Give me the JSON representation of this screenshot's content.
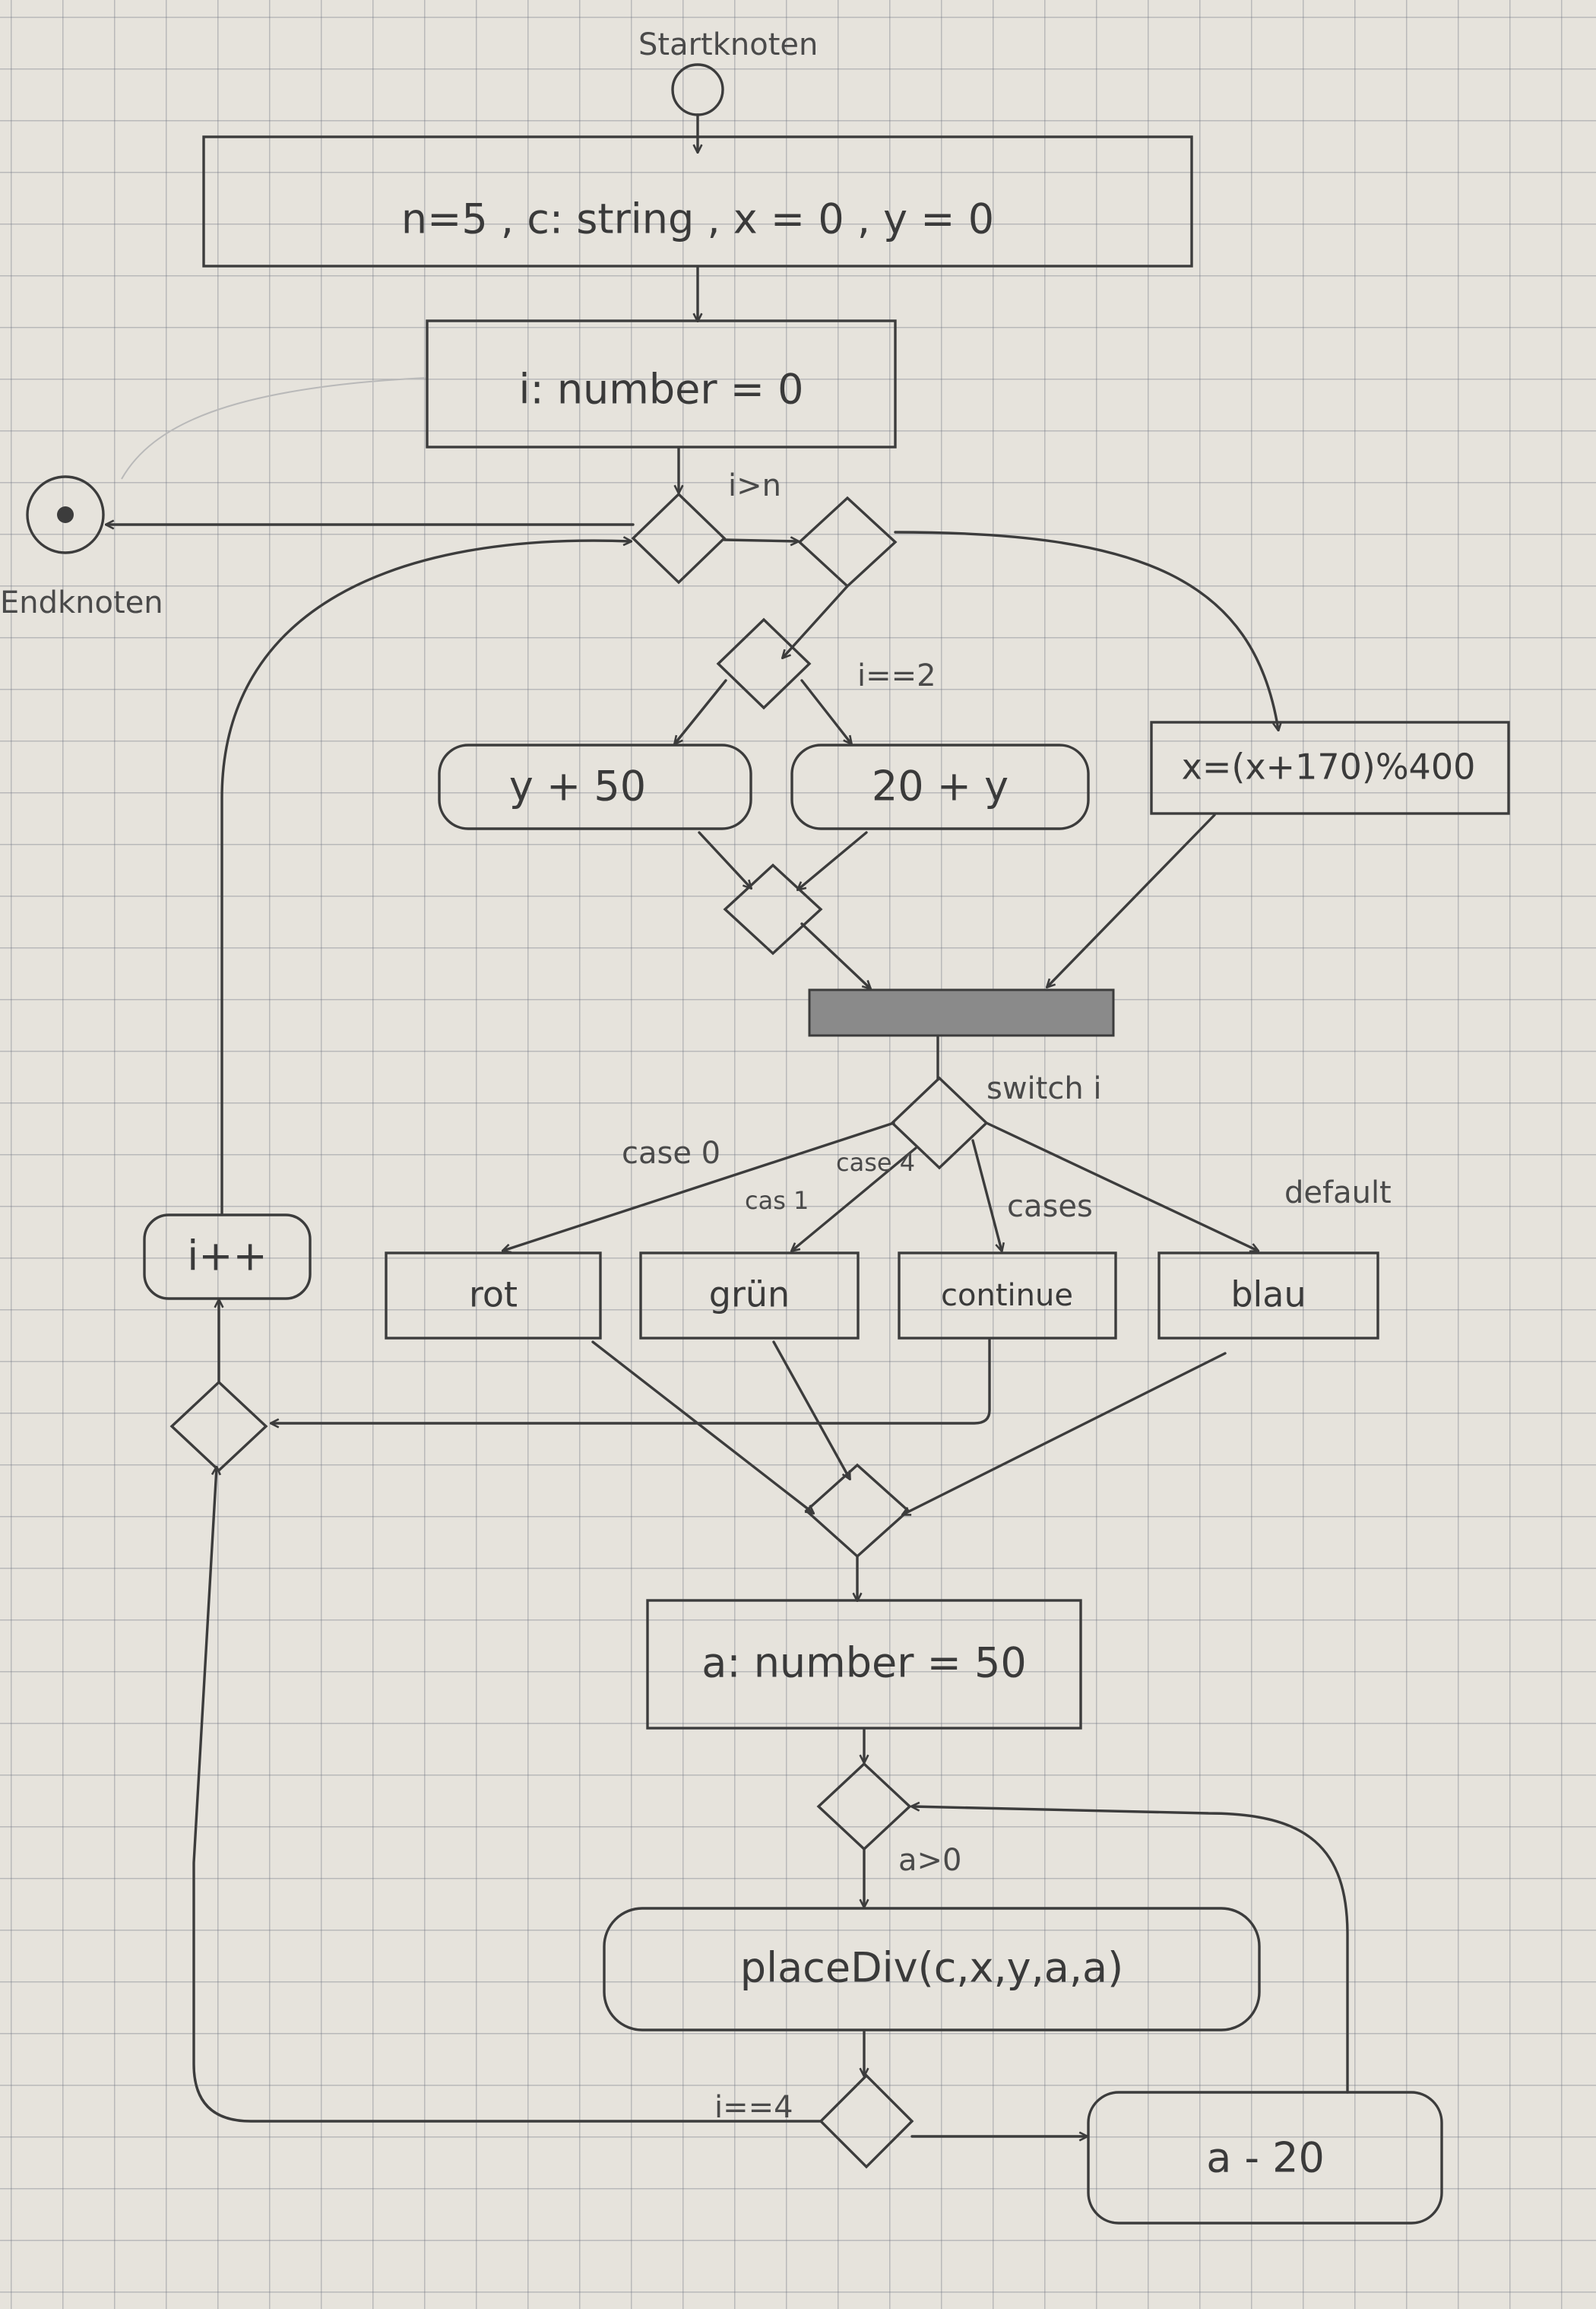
{
  "start_label": "Startknoten",
  "end_label": "Endknoten",
  "init_box": "n=5 , c: string , x = 0 , y = 0",
  "loop_var_box": "i: number = 0",
  "guard_loop_exit": "i>n",
  "guard_if": "i==2",
  "action_y_plus_50": "y + 50",
  "action_20_plus_y": "20 + y",
  "action_x_update": "x=(x+170)%400",
  "switch_label": "switch i",
  "case_labels": {
    "case0": "case 0",
    "case1": "cas 1",
    "case4": "case 4",
    "case5": "cases",
    "default": "default"
  },
  "case_actions": {
    "rot": "rot",
    "gruen": "grün",
    "continue": "continue",
    "blau": "blau"
  },
  "increment": "i++",
  "a_init": "a: number = 50",
  "guard_a": "a>0",
  "place_div": "placeDiv(c,x,y,a,a)",
  "guard_i4": "i==4",
  "a_minus": "a - 20"
}
